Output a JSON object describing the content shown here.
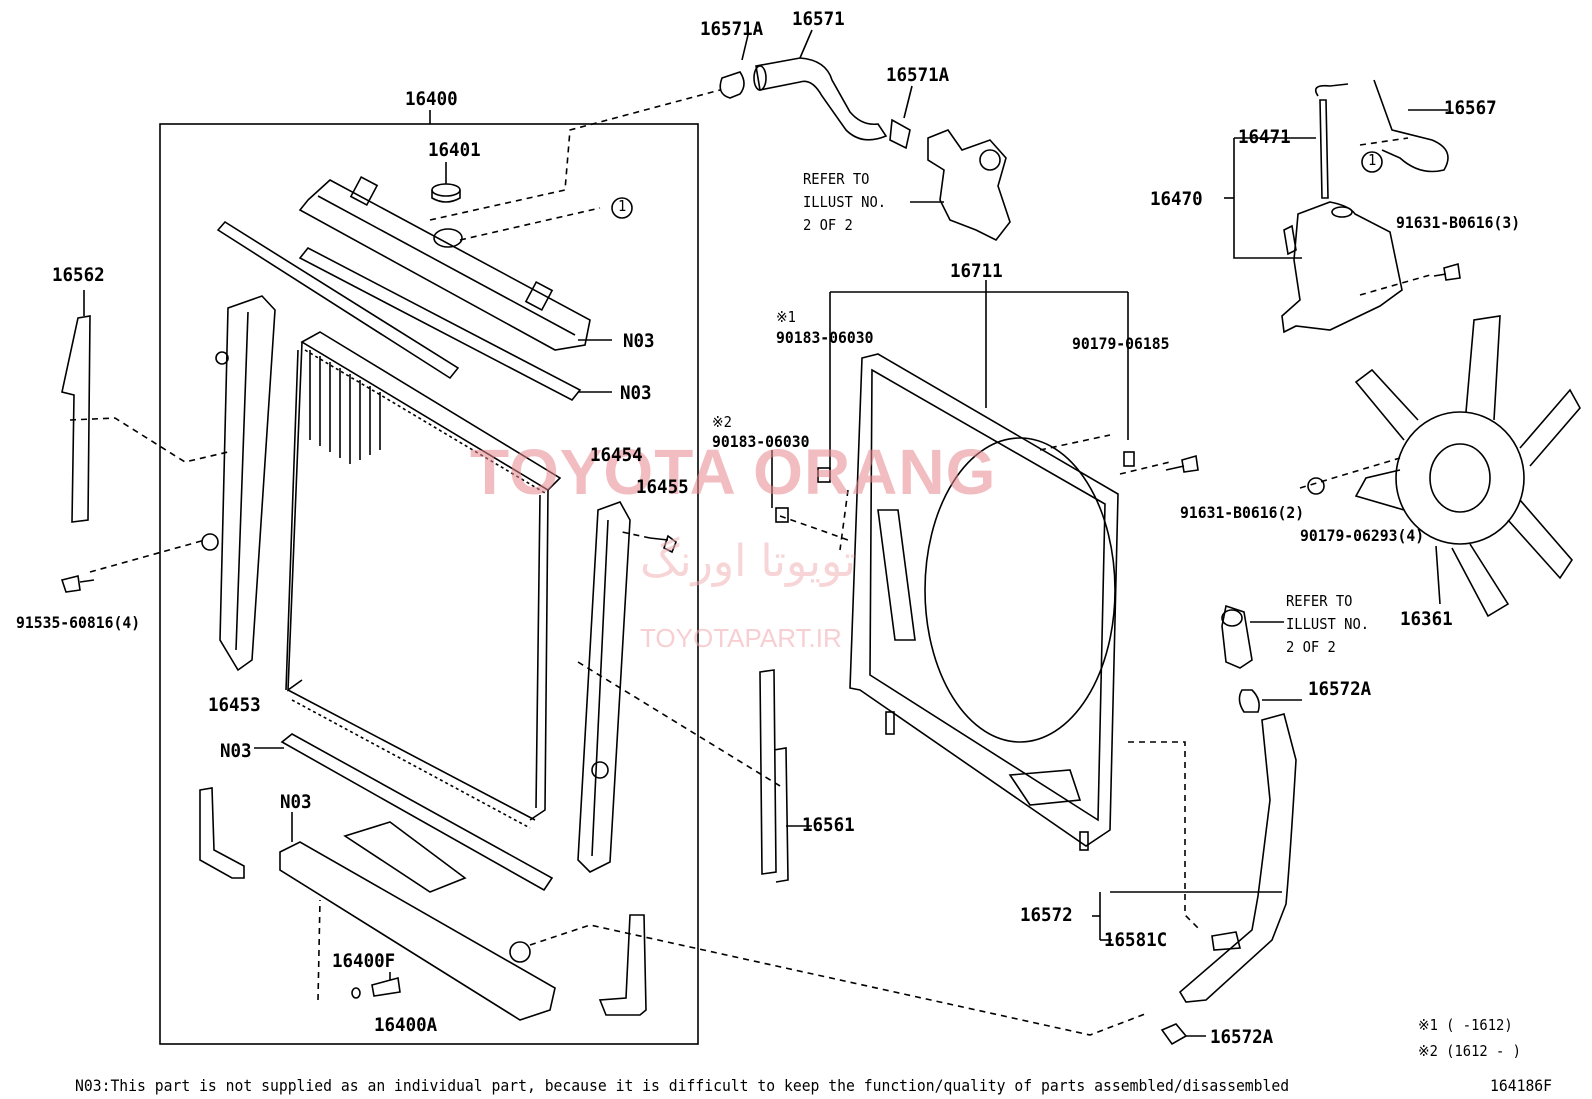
{
  "labels": {
    "p16400": "16400",
    "p16401": "16401",
    "p16562": "16562",
    "p16453": "16453",
    "p91535": "91535-60816(4)",
    "n03_a": "N03",
    "n03_b": "N03",
    "n03_c": "N03",
    "n03_d": "N03",
    "p16454": "16454",
    "p16455": "16455",
    "p16400F": "16400F",
    "p16400A": "16400A",
    "p16571A_left": "16571A",
    "p16571": "16571",
    "p16571A_right": "16571A",
    "refer1_line1": "REFER TO",
    "refer1_line2": "ILLUST NO.",
    "refer1_line3": "2 OF 2",
    "p16711": "16711",
    "mark1": "※1",
    "p90183_1": "90183-06030",
    "p90179_06185": "90179-06185",
    "mark2": "※2",
    "p90183_2": "90183-06030",
    "p16561": "16561",
    "p16471": "16471",
    "p16567": "16567",
    "p16470": "16470",
    "p91631_3": "91631-B0616(3)",
    "p91631_2": "91631-B0616(2)",
    "p90179_06293": "90179-06293(4)",
    "p16361": "16361",
    "refer2_line1": "REFER TO",
    "refer2_line2": "ILLUST NO.",
    "refer2_line3": "2 OF 2",
    "p16572A_top": "16572A",
    "p16572": "16572",
    "p16581C": "16581C",
    "p16572A_bottom": "16572A",
    "circle1_a": "1",
    "circle1_b": "1",
    "legend1": "※1 (      -1612)",
    "legend2": "※2 (1612 -      )"
  },
  "watermark": {
    "brand": "TOYOTA ORANG",
    "persian": "تویوتا اورنگ",
    "site": "TOYOTAPART.IR"
  },
  "footer": {
    "note": "N03:This part is not supplied as an individual part, because it is difficult to keep the function/quality of parts assembled/disassembled",
    "figure_id": "164186F"
  },
  "colors": {
    "line": "#000000",
    "watermark": "#e8888f"
  }
}
